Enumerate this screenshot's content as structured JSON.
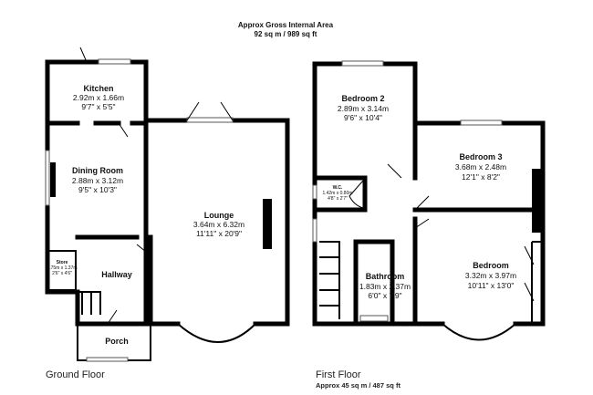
{
  "header": {
    "title": "Approx Gross Internal Area",
    "area": "92 sq m / 989 sq ft"
  },
  "ground_floor": {
    "label": "Ground Floor",
    "rooms": [
      {
        "name": "Kitchen",
        "metric": "2.92m x 1.66m",
        "imperial": "9'7\" x 5'5\""
      },
      {
        "name": "Dining Room",
        "metric": "2.88m x 3.12m",
        "imperial": "9'5\" x 10'3\""
      },
      {
        "name": "Lounge",
        "metric": "3.64m x 6.32m",
        "imperial": "11'11\" x 20'9\""
      },
      {
        "name": "Store",
        "metric": "0.75m x 1.37m",
        "imperial": "2'6\" x 4'6\""
      },
      {
        "name": "Hallway"
      },
      {
        "name": "Porch"
      }
    ]
  },
  "first_floor": {
    "label": "First Floor",
    "area": "Approx 45 sq m / 487 sq ft",
    "rooms": [
      {
        "name": "Bedroom 2",
        "metric": "2.89m x 3.14m",
        "imperial": "9'6\" x 10'4\""
      },
      {
        "name": "Bedroom 3",
        "metric": "3.68m x 2.48m",
        "imperial": "12'1\" x 8'2\""
      },
      {
        "name": "W.C.",
        "metric": "1.42m x 0.80m",
        "imperial": "4'8\" x 2'7\""
      },
      {
        "name": "Bathroom",
        "metric": "1.83m x 2.37m",
        "imperial": "6'0\" x 7'9\""
      },
      {
        "name": "Bedroom",
        "metric": "3.32m x 3.97m",
        "imperial": "10'11\" x 13'0\""
      }
    ]
  }
}
